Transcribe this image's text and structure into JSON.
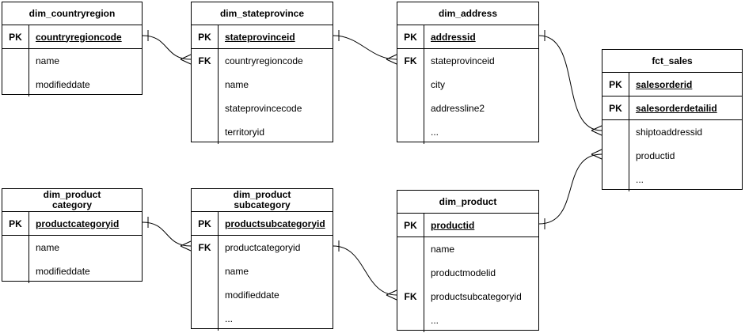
{
  "diagram": {
    "kind": "entity-relationship-diagram",
    "background": "#ffffff",
    "stroke_color": "#000000",
    "text_color": "#000000"
  },
  "tables": [
    {
      "title": "dim_countryregion",
      "rows": [
        {
          "key": "PK",
          "name": "countryregioncode"
        },
        {
          "key": "",
          "name": "name"
        },
        {
          "key": "",
          "name": "modifieddate"
        }
      ]
    },
    {
      "title": "dim_stateprovince",
      "rows": [
        {
          "key": "PK",
          "name": "stateprovinceid"
        },
        {
          "key": "FK",
          "name": "countryregioncode"
        },
        {
          "key": "",
          "name": "name"
        },
        {
          "key": "",
          "name": "stateprovincecode"
        },
        {
          "key": "",
          "name": "territoryid"
        }
      ]
    },
    {
      "title": "dim_address",
      "rows": [
        {
          "key": "PK",
          "name": "addressid"
        },
        {
          "key": "FK",
          "name": "stateprovinceid"
        },
        {
          "key": "",
          "name": "city"
        },
        {
          "key": "",
          "name": "addressline2"
        },
        {
          "key": "",
          "name": "..."
        }
      ]
    },
    {
      "title": "fct_sales",
      "rows": [
        {
          "key": "PK",
          "name": "salesorderid"
        },
        {
          "key": "PK",
          "name": "salesorderdetailid"
        },
        {
          "key": "",
          "name": "shiptoaddressid"
        },
        {
          "key": "",
          "name": "productid"
        },
        {
          "key": "",
          "name": "..."
        }
      ]
    },
    {
      "title": "dim_product\ncategory",
      "rows": [
        {
          "key": "PK",
          "name": "productcategoryid"
        },
        {
          "key": "",
          "name": "name"
        },
        {
          "key": "",
          "name": "modifieddate"
        }
      ]
    },
    {
      "title": "dim_product\nsubcategory",
      "rows": [
        {
          "key": "PK",
          "name": "productsubcategoryid"
        },
        {
          "key": "FK",
          "name": "productcategoryid"
        },
        {
          "key": "",
          "name": "name"
        },
        {
          "key": "",
          "name": "modifieddate"
        },
        {
          "key": "",
          "name": "..."
        }
      ]
    },
    {
      "title": "dim_product",
      "rows": [
        {
          "key": "PK",
          "name": "productid"
        },
        {
          "key": "",
          "name": "name"
        },
        {
          "key": "",
          "name": "productmodelid"
        },
        {
          "key": "FK",
          "name": "productsubcategoryid"
        },
        {
          "key": "",
          "name": "..."
        }
      ]
    }
  ],
  "relationships": [
    {
      "from": "dim_countryregion",
      "from_column": "countryregioncode",
      "to": "dim_stateprovince",
      "to_column": "countryregioncode",
      "cardinality": "one-to-many"
    },
    {
      "from": "dim_stateprovince",
      "from_column": "stateprovinceid",
      "to": "dim_address",
      "to_column": "stateprovinceid",
      "cardinality": "one-to-many"
    },
    {
      "from": "dim_address",
      "from_column": "addressid",
      "to": "fct_sales",
      "to_column": "shiptoaddressid",
      "cardinality": "one-to-many"
    },
    {
      "from": "dim_product",
      "from_column": "productid",
      "to": "fct_sales",
      "to_column": "productid",
      "cardinality": "one-to-many"
    },
    {
      "from": "dim_product category",
      "from_column": "productcategoryid",
      "to": "dim_product subcategory",
      "to_column": "productcategoryid",
      "cardinality": "one-to-many"
    },
    {
      "from": "dim_product subcategory",
      "from_column": "productsubcategoryid",
      "to": "dim_product",
      "to_column": "productsubcategoryid",
      "cardinality": "one-to-many"
    }
  ]
}
